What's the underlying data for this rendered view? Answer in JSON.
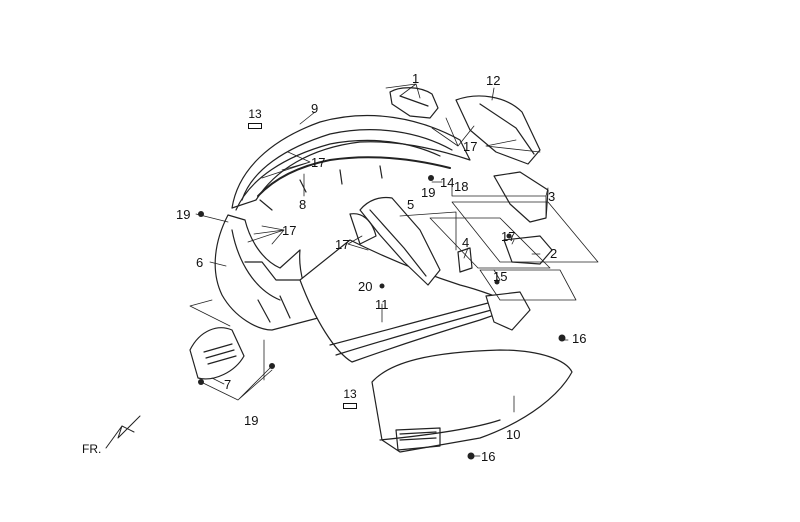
{
  "diagram": {
    "direction_label": "FR.",
    "callouts": {
      "c1": "1",
      "c2": "2",
      "c3": "3",
      "c4": "4",
      "c5": "5",
      "c6": "6",
      "c7": "7",
      "c8": "8",
      "c9": "9",
      "c10": "10",
      "c11": "11",
      "c12": "12",
      "c13a": "13",
      "c13b": "13",
      "c14": "14",
      "c15": "15",
      "c16a": "16",
      "c16b": "16",
      "c17a": "17",
      "c17b": "17",
      "c17c": "17",
      "c17d": "17",
      "c17e": "17",
      "c18": "18",
      "c19a": "19",
      "c19b": "19",
      "c19c": "19",
      "c20": "20"
    }
  }
}
